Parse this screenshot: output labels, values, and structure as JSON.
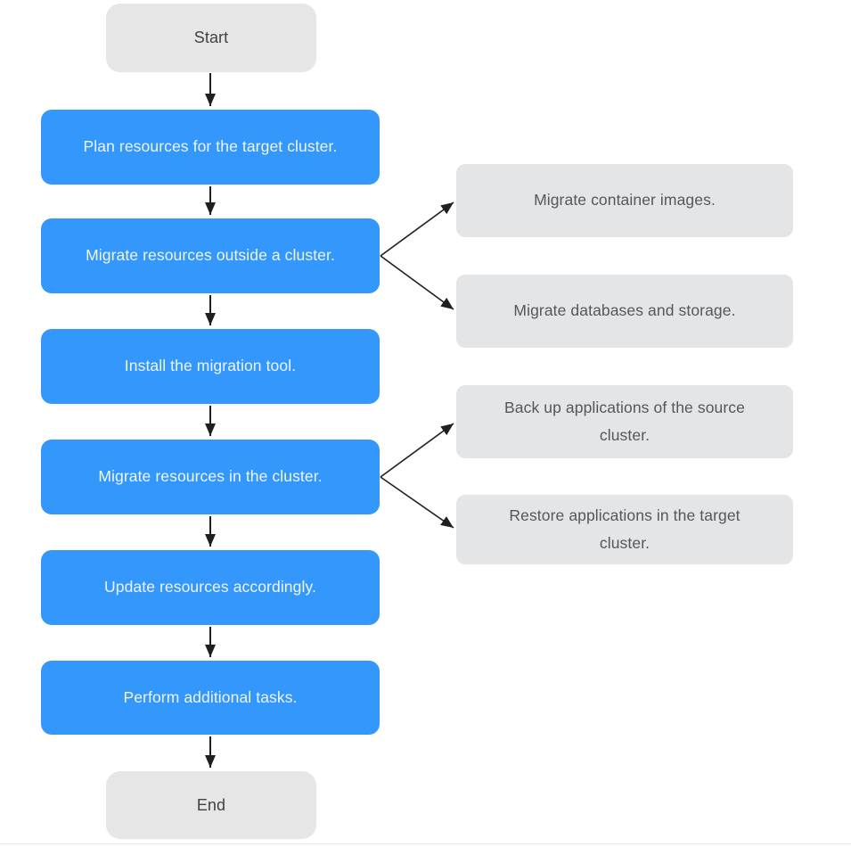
{
  "flow": {
    "terminals": {
      "start": "Start",
      "end": "End"
    },
    "steps": [
      "Plan resources for the target cluster.",
      "Migrate resources outside a cluster.",
      "Install the migration tool.",
      "Migrate resources in the cluster.",
      "Update resources accordingly.",
      "Perform additional tasks."
    ],
    "side_tasks": [
      {
        "label": "Migrate container images.",
        "branch_from_step": 2
      },
      {
        "label": "Migrate databases and storage.",
        "branch_from_step": 2
      },
      {
        "label": "Back up applications of the source cluster.",
        "branch_from_step": 4
      },
      {
        "label": "Restore applications in the target cluster.",
        "branch_from_step": 4
      }
    ]
  },
  "colors": {
    "background": "#ffffff",
    "step_fill": "#3397fb",
    "step_text": "#eef5fe",
    "terminal_fill": "#e6e6e6",
    "terminal_text": "#404245",
    "side_fill": "#e3e5e6",
    "side_text": "#54585a",
    "arrow": "#1f1f1f"
  }
}
